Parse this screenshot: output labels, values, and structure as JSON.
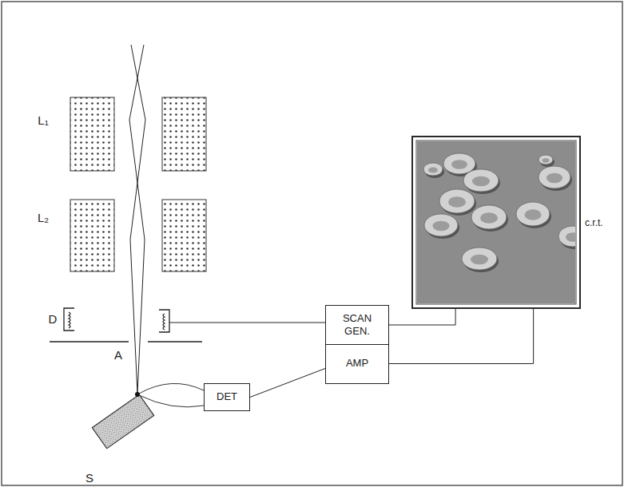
{
  "diagram": {
    "nodes": [
      {
        "text": [
          "c.r.t."
        ]
      },
      {
        "text": [
          "SCAN GEN."
        ]
      },
      {
        "text": [
          "AMP"
        ]
      },
      {
        "text": [
          "DET"
        ]
      }
    ],
    "edges": [
      {
        "from": 3,
        "to": 2,
        "arrow": "none"
      },
      {
        "from": 1,
        "to": 0,
        "arrow": "none"
      },
      {
        "from": 2,
        "to": 0,
        "arrow": "none"
      }
    ],
    "labels": [
      "L₁",
      "L₂",
      "D",
      "A",
      "S"
    ]
  }
}
